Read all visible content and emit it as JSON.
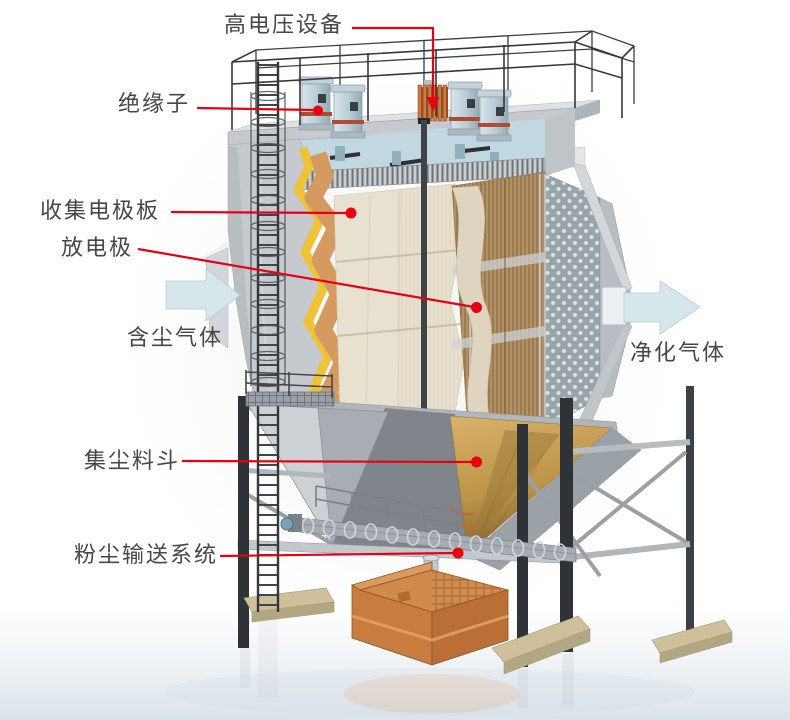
{
  "diagram": {
    "name": "electrostatic-precipitator-cutaway-diagram",
    "labels": {
      "high_voltage_equipment": "高电压设备",
      "insulator": "绝缘子",
      "collecting_electrode_plate": "收集电极板",
      "discharge_electrode": "放电极",
      "dusty_gas": "含尘气体",
      "clean_gas": "净化气体",
      "dust_hopper": "集尘料斗",
      "dust_conveying_system": "粉尘输送系统"
    },
    "colors": {
      "leader_red": "#e60012",
      "label_text": "#474747",
      "gas_arrow_blue": "#d6e7ec",
      "casing_gray": "#c6cacf",
      "insulation_yellow": "#eec338",
      "plate_orange": "#d59a60",
      "plate_cream": "#e9e1cf",
      "electrode_brown": "#a9885c",
      "hopper_tan": "#c69a4e",
      "bin_orange": "#c87c40",
      "steel_dark": "#33373b"
    }
  }
}
